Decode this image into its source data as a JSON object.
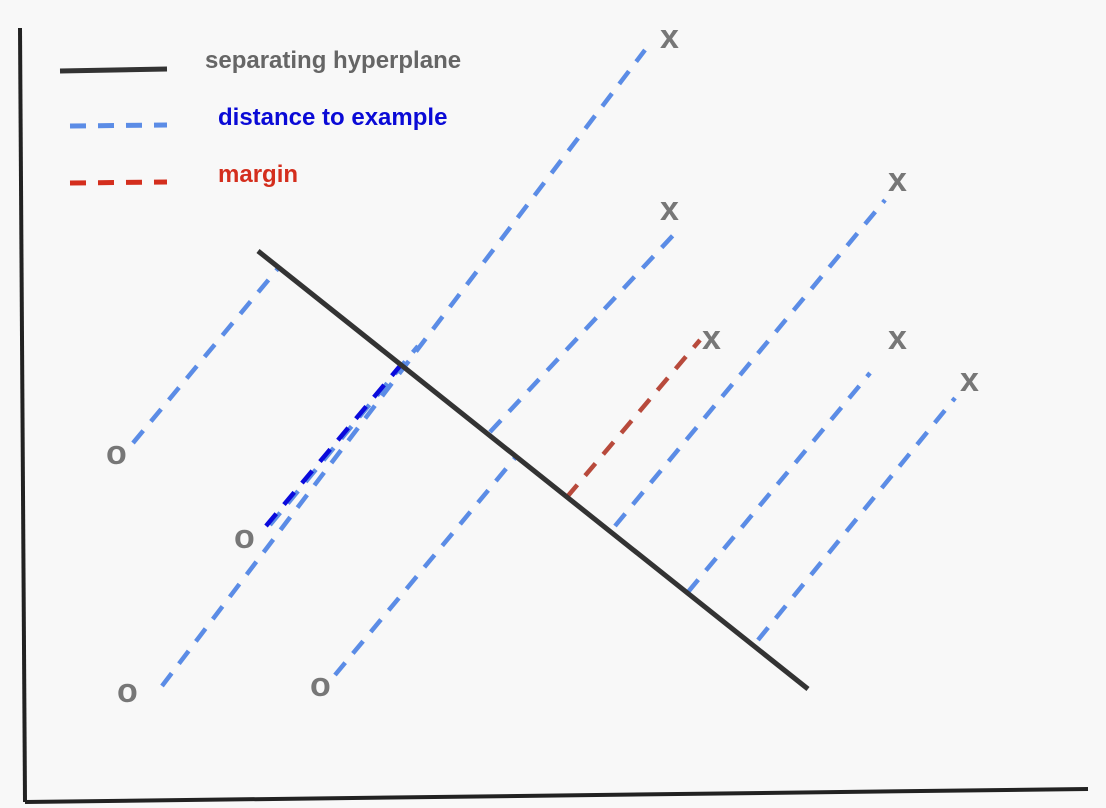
{
  "legend": {
    "items": [
      {
        "label": "separating hyperplane",
        "color": "#666666",
        "line_color": "#333333",
        "line_style": "solid"
      },
      {
        "label": "distance to example",
        "color": "#0a0ad6",
        "line_color": "#5b8ce6",
        "line_style": "dashed"
      },
      {
        "label": "margin",
        "color": "#d42e1d",
        "line_color": "#d42e1d",
        "line_style": "dashed"
      }
    ]
  },
  "points": {
    "o_marker": "o",
    "x_marker": "x",
    "o_count": 4,
    "x_count": 6
  },
  "colors": {
    "axis": "#222222",
    "hyperplane": "#333333",
    "distance": "#5b8ce6",
    "highlight_distance": "#0a0adc",
    "margin": "#b84a3c",
    "marker": "#777777"
  }
}
